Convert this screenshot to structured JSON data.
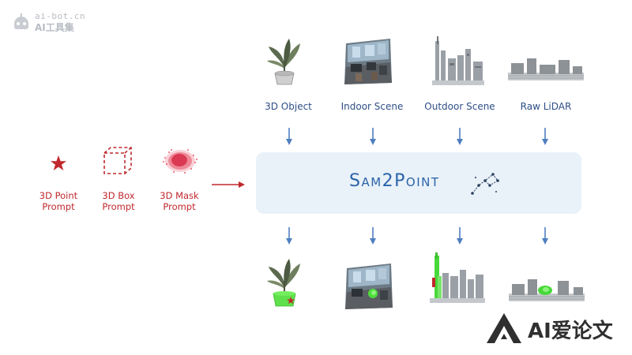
{
  "watermark_top": {
    "domain": "ai-bot.cn",
    "label": "AI工具集"
  },
  "prompts": [
    {
      "label_line1": "3D Point",
      "label_line2": "Prompt"
    },
    {
      "label_line1": "3D Box",
      "label_line2": "Prompt"
    },
    {
      "label_line1": "3D Mask",
      "label_line2": "Prompt"
    }
  ],
  "inputs": [
    {
      "label": "3D Object"
    },
    {
      "label": "Indoor Scene"
    },
    {
      "label": "Outdoor Scene"
    },
    {
      "label": "Raw LiDAR"
    }
  ],
  "model": {
    "name": "Sam2Point"
  },
  "watermark_bottom": {
    "label": "AI爱论文"
  },
  "colors": {
    "prompt_red": "#c0282d",
    "arrow_blue": "#4f7fbf",
    "panel_bg": "#e9f1f9",
    "title_blue": "#2a63a8"
  }
}
